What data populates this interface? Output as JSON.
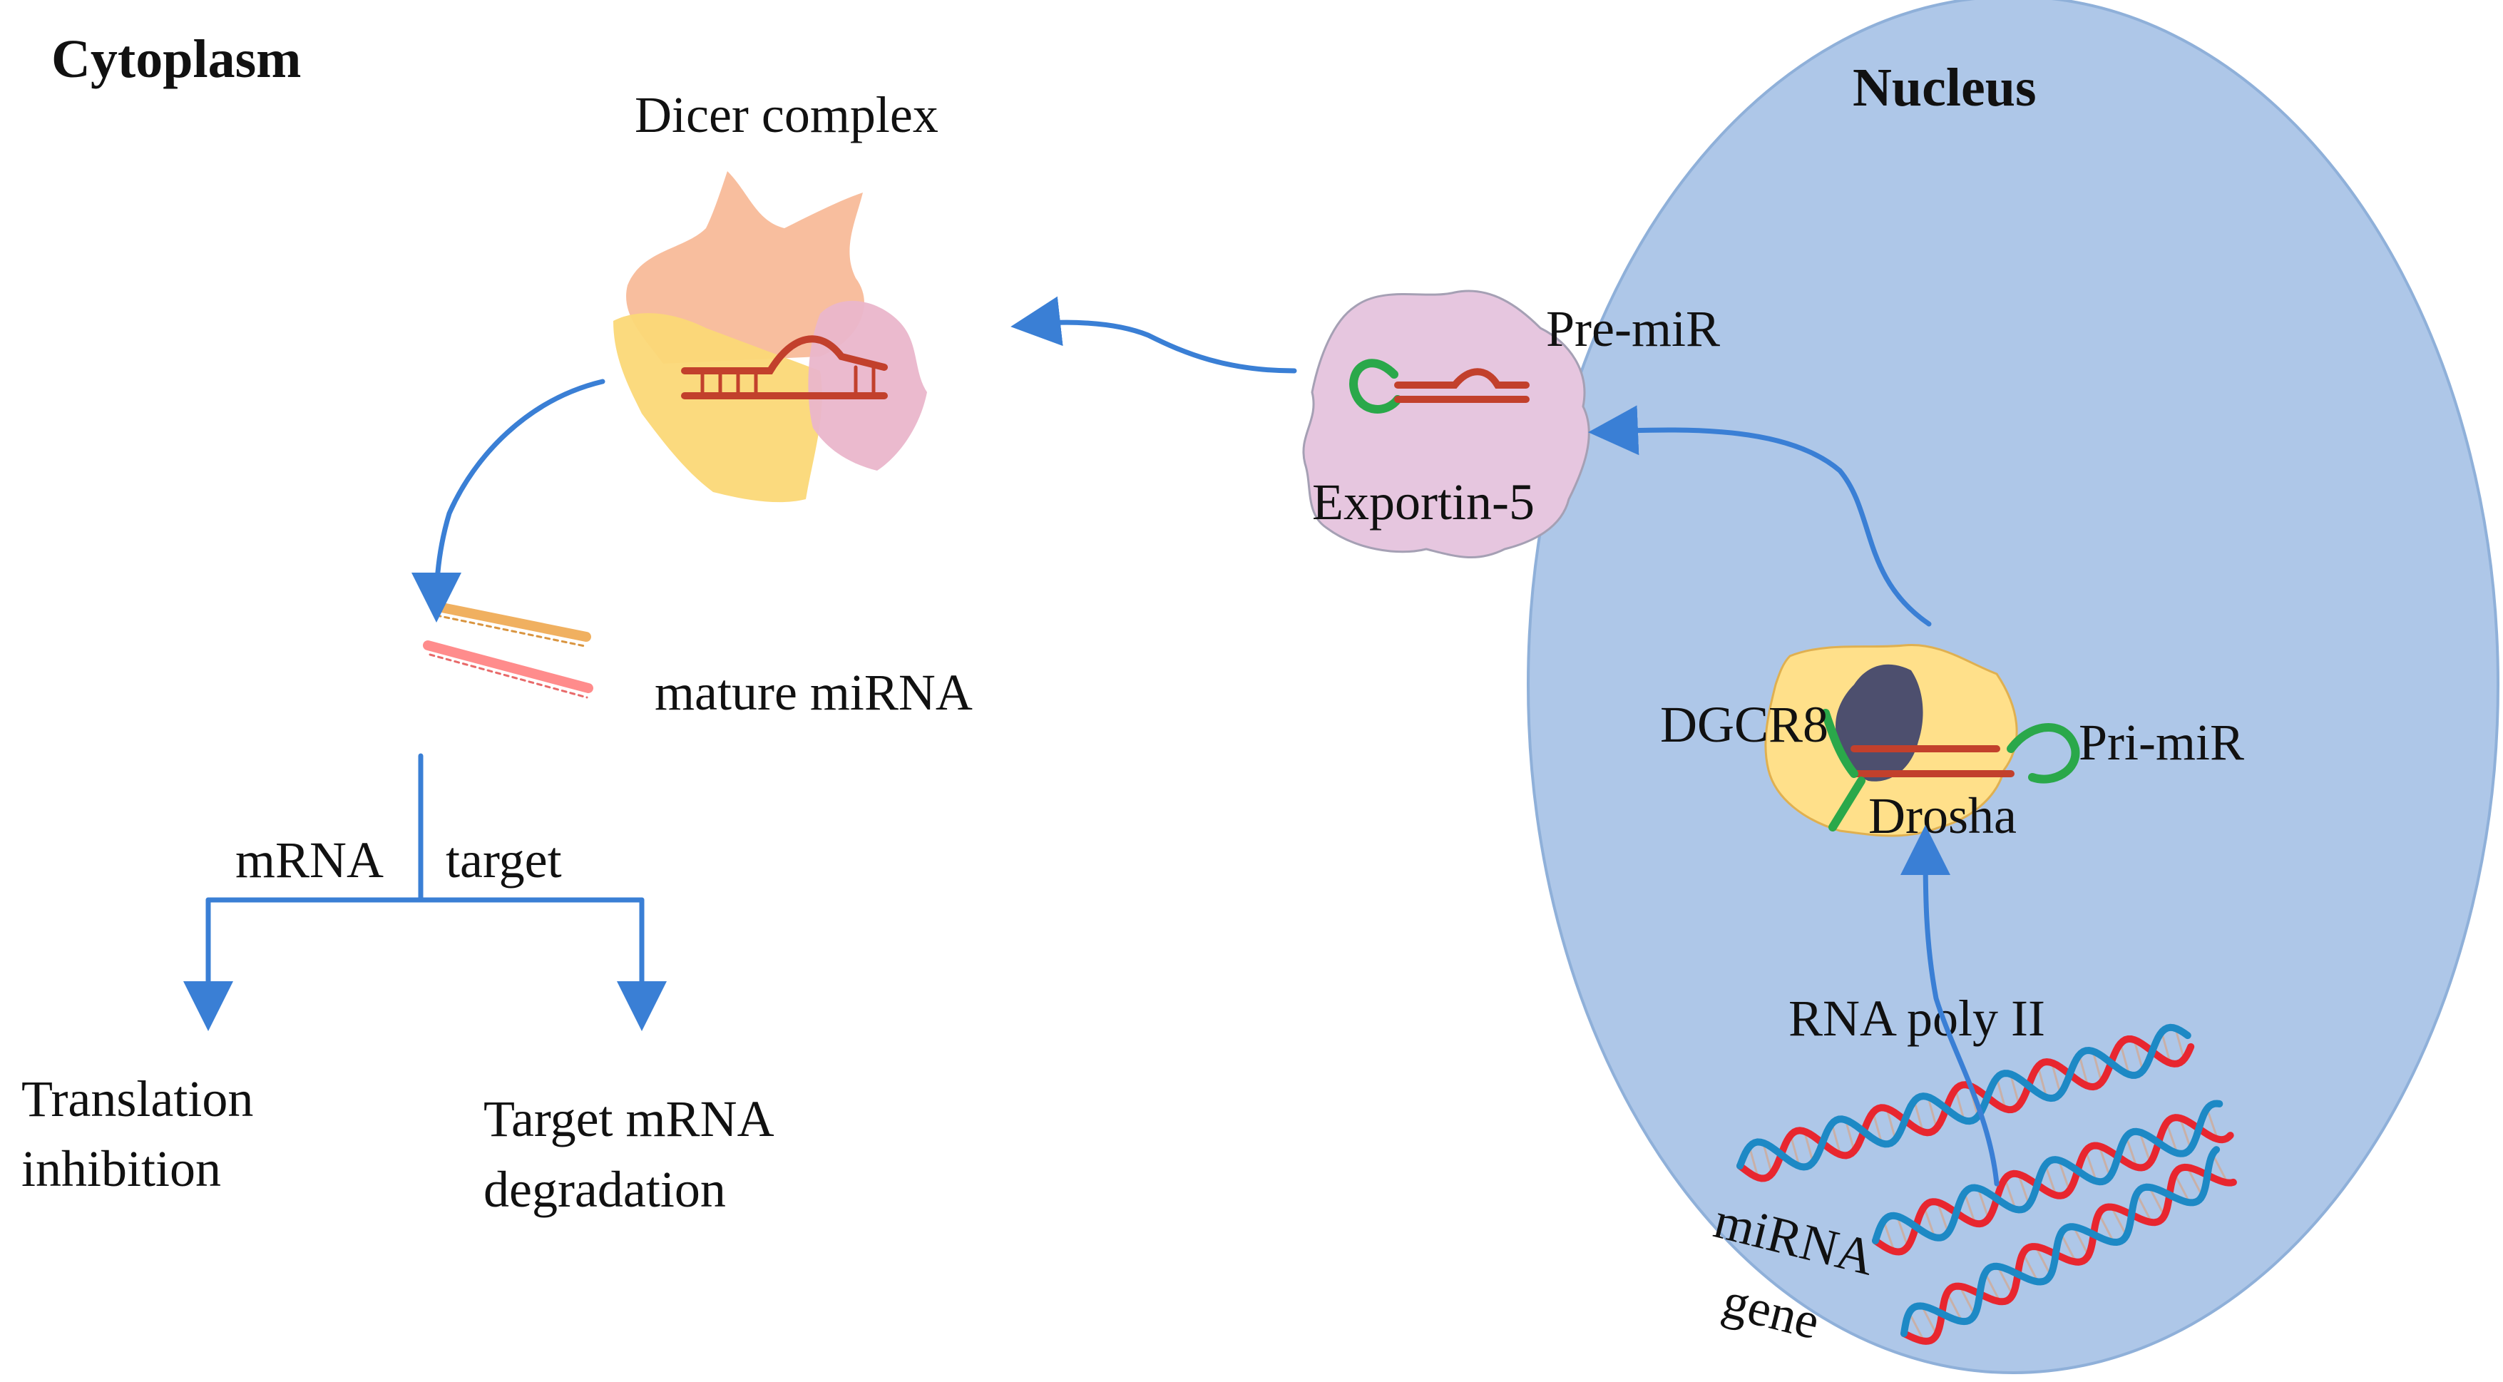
{
  "regions": {
    "cytoplasm": "Cytoplasm",
    "nucleus": "Nucleus"
  },
  "labels": {
    "dicer": "Dicer complex",
    "pre_mir": "Pre-miR",
    "exportin": "Exportin-5",
    "mature": "mature miRNA",
    "mrna": "mRNA",
    "target": "target",
    "translation_1": "Translation",
    "translation_2": "inhibition",
    "degradation_1": "Target mRNA",
    "degradation_2": "degradation",
    "dgcr8": "DGCR8",
    "pri_mir": "Pri-miR",
    "drosha": "Drosha",
    "rna_pol": "RNA poly II",
    "gene_1": "miRNA",
    "gene_2": "gene"
  },
  "colors": {
    "nucleus_fill": "#aec7e8",
    "arrow": "#3a7fd5",
    "exportin_fill": "#e6c6df",
    "drosha_fill": "#ffe08a",
    "dgcr8_fill": "#4d4f6e",
    "dicer_peach": "#f7b896",
    "dicer_yellow": "#fbd877",
    "dicer_pink": "#eab6cb",
    "rna_red": "#c2402c",
    "hairpin_green": "#2aa84a",
    "dna_red": "#e8262f",
    "dna_blue": "#1d89c5"
  }
}
